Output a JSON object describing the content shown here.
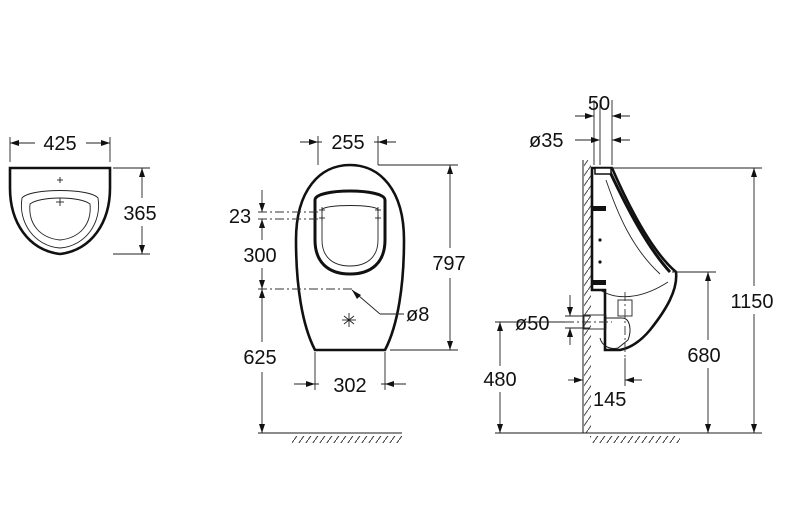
{
  "front_view_left": {
    "width_label": "425",
    "depth_label": "365"
  },
  "front_view_center": {
    "top_width_label": "255",
    "gap_label": "23",
    "spacing_label": "300",
    "height_label": "797",
    "hole_label": "ø8",
    "floor_height_label": "625",
    "bottom_width_label": "302"
  },
  "side_view": {
    "pipe_offset_label": "50",
    "inlet_label": "ø35",
    "outlet_label": "ø50",
    "total_height_label": "1150",
    "outlet_height_label": "480",
    "lip_height_label": "680",
    "projection_label": "145"
  }
}
